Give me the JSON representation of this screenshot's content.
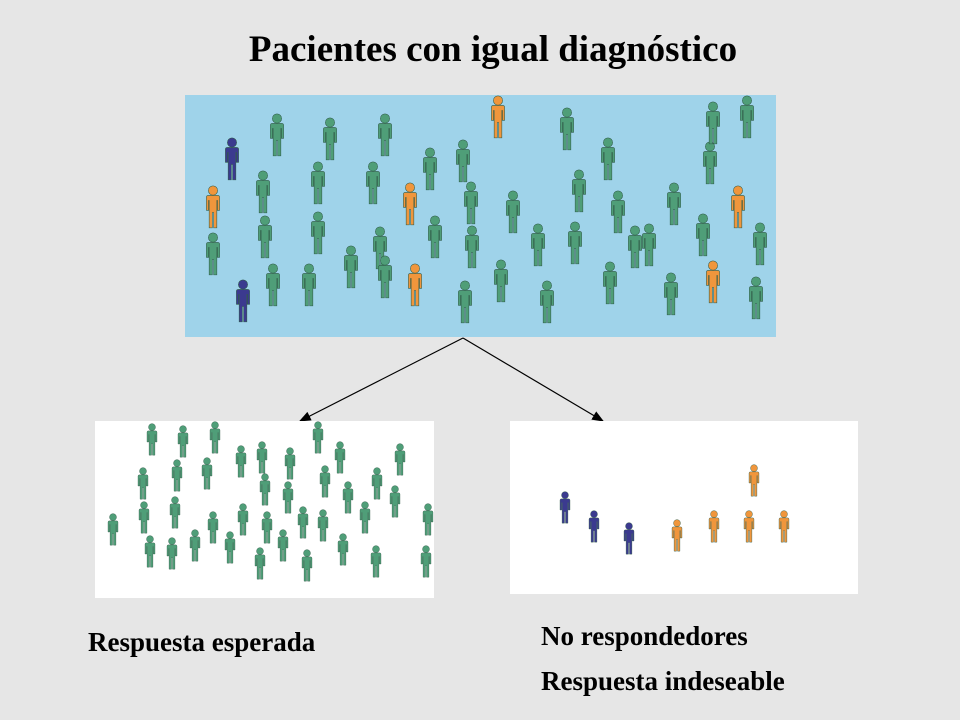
{
  "title": "Pacientes con igual diagnóstico",
  "colors": {
    "background": "#e6e6e6",
    "population_panel": "#9fd3ea",
    "result_panels": "#ffffff",
    "green_person": "#4f9e78",
    "orange_person": "#f0963c",
    "blue_person": "#3b3a8f"
  },
  "icons": {
    "person": "person-icon"
  },
  "groups": {
    "expected_response": {
      "label": "Respuesta esperada"
    },
    "non_responders": {
      "label_line1": "No respondedores",
      "label_line2": "Respuesta indeseable"
    }
  }
}
